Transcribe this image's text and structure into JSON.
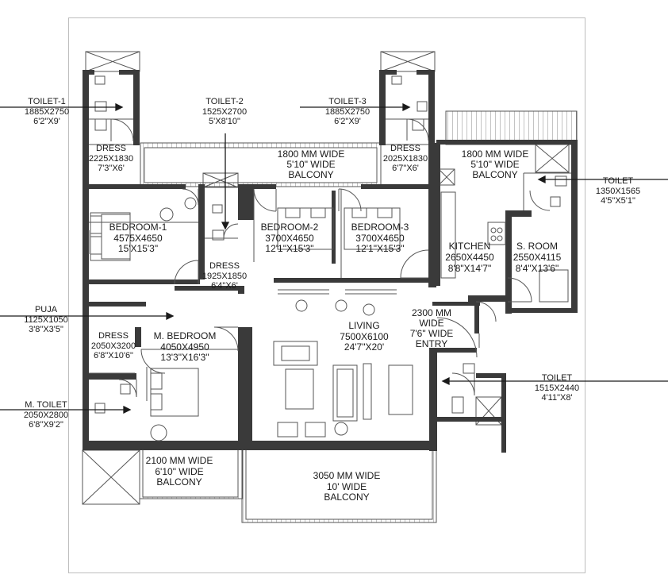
{
  "rooms": [
    {
      "id": "toilet-1",
      "name": "TOILET-1",
      "size": "1885X2750",
      "imperial": "6'2\"X9'"
    },
    {
      "id": "toilet-2",
      "name": "TOILET-2",
      "size": "1525X2700",
      "imperial": "5'X8'10\""
    },
    {
      "id": "toilet-3",
      "name": "TOILET-3",
      "size": "1885X2750",
      "imperial": "6'2\"X9'"
    },
    {
      "id": "toilet-4",
      "name": "TOILET",
      "size": "1350X1565",
      "imperial": "4'5\"X5'1\""
    },
    {
      "id": "dress-1",
      "name": "DRESS",
      "size": "2225X1830",
      "imperial": "7'3\"X6'"
    },
    {
      "id": "dress-3",
      "name": "DRESS",
      "size": "2025X1830",
      "imperial": "6'7\"X6'"
    },
    {
      "id": "balcony-1",
      "name": "1800 MM WIDE",
      "size": "5'10\" WIDE",
      "imperial": "BALCONY"
    },
    {
      "id": "balcony-2",
      "name": "1800 MM WIDE",
      "size": "5'10\" WIDE",
      "imperial": "BALCONY"
    },
    {
      "id": "bedroom-1",
      "name": "BEDROOM-1",
      "size": "4575X4650",
      "imperial": "15'X15'3\""
    },
    {
      "id": "bedroom-2",
      "name": "BEDROOM-2",
      "size": "3700X4650",
      "imperial": "12'1\"X15'3\""
    },
    {
      "id": "bedroom-3",
      "name": "BEDROOM-3",
      "size": "3700X4650",
      "imperial": "12'1\"X15'3\""
    },
    {
      "id": "kitchen",
      "name": "KITCHEN",
      "size": "2650X4450",
      "imperial": "8'8\"X14'7\""
    },
    {
      "id": "s-room",
      "name": "S. ROOM",
      "size": "2550X4115",
      "imperial": "8'4\"X13'6\""
    },
    {
      "id": "dress-2",
      "name": "DRESS",
      "size": "1925X1850",
      "imperial": "6'4\"X6'"
    },
    {
      "id": "puja",
      "name": "PUJA",
      "size": "1125X1050",
      "imperial": "3'8\"X3'5\""
    },
    {
      "id": "entry",
      "name": "2300 MM",
      "size": "WIDE",
      "imperial": "7'6\" WIDE",
      "extra": "ENTRY"
    },
    {
      "id": "living",
      "name": "LIVING",
      "size": "7500X6100",
      "imperial": "24'7\"X20'"
    },
    {
      "id": "dress-m",
      "name": "DRESS",
      "size": "2050X3200",
      "imperial": "6'8\"X10'6\""
    },
    {
      "id": "m-bedroom",
      "name": "M. BEDROOM",
      "size": "4050X4950",
      "imperial": "13'3\"X16'3\""
    },
    {
      "id": "toilet-5",
      "name": "TOILET",
      "size": "1515X2440",
      "imperial": "4'11\"X8'"
    },
    {
      "id": "m-toilet",
      "name": "M. TOILET",
      "size": "2050X2800",
      "imperial": "6'8\"X9'2\""
    },
    {
      "id": "balcony-3",
      "name": "2100 MM WIDE",
      "size": "6'10\" WIDE",
      "imperial": "BALCONY"
    },
    {
      "id": "balcony-4",
      "name": "3050 MM WIDE",
      "size": "10' WIDE",
      "imperial": "BALCONY"
    }
  ],
  "colors": {
    "wall": "#3a3a3a",
    "line": "#555555",
    "frame": "#bdbdbd",
    "hatch": "#8a8a8a"
  }
}
